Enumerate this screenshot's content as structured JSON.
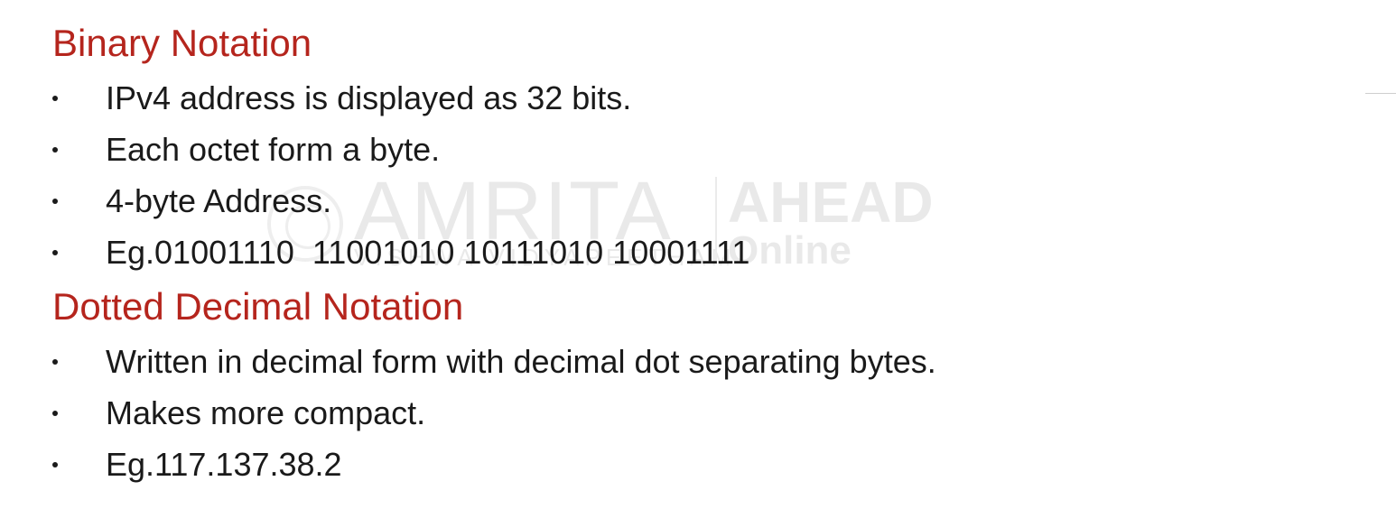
{
  "watermark": {
    "brand": "AMRITA",
    "sub": "VISHWA VIDYAPEETHAM",
    "ahead": "AHEAD",
    "online": "Online"
  },
  "sections": [
    {
      "heading": "Binary Notation",
      "bullets": [
        "IPv4 address is displayed as 32 bits.",
        "Each octet form a byte.",
        "4-byte Address.",
        "Eg.01001110  11001010 10111010 10001111"
      ]
    },
    {
      "heading": "Dotted Decimal Notation",
      "bullets": [
        "Written in decimal form with decimal dot separating bytes.",
        "Makes more compact.",
        "Eg.117.137.38.2"
      ]
    }
  ]
}
